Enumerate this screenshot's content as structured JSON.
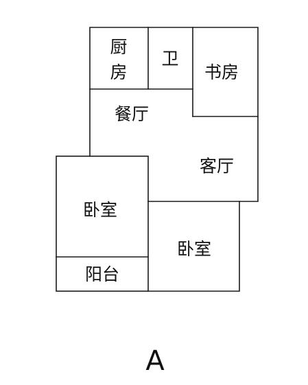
{
  "plan": {
    "rooms": {
      "kitchen_line1": "厨",
      "kitchen_line2": "房",
      "bathroom": "卫",
      "study": "书房",
      "dining": "餐厅",
      "living": "客厅",
      "bedroom_left": "卧室",
      "balcony": "阳台",
      "bedroom_right": "卧室"
    },
    "plan_letter": "A"
  }
}
